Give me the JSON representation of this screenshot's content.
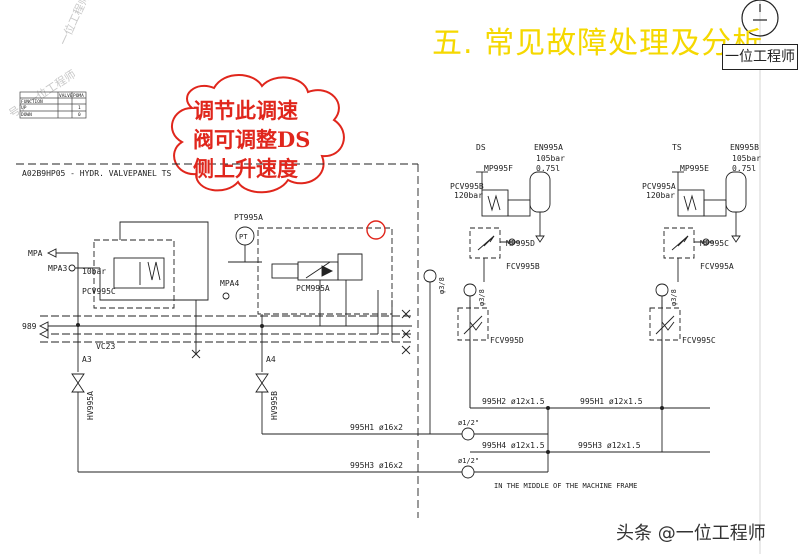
{
  "slide": {
    "title": "五. 常见故障处理及分析",
    "logo_text": "一位工程师",
    "watermark": "一位工程师",
    "watermark_left": "号：一位工程师",
    "callout": [
      "调节此调速",
      "阀可调整DS",
      "侧上升速度"
    ],
    "footer": "头条 @一位工程师"
  },
  "function_table": {
    "headers": [
      "VALVE",
      "POMA"
    ],
    "rows": [
      [
        "FUNCTION",
        "",
        ""
      ],
      [
        "UP",
        "",
        "1"
      ],
      [
        "DOWN",
        "",
        "0"
      ]
    ]
  },
  "labels": {
    "panel": "A02B9HP05 - HYDR. VALVEPANEL  TS",
    "mpa": "MPA",
    "mpa3": "MPA3",
    "mpa4": "MPA4",
    "bar10": "10bar",
    "pcv995c": "PCV995C",
    "pt995a": "PT995A",
    "pt": "PT",
    "pcm995a": "PCM995A",
    "line989": "989",
    "vc23": "VC23",
    "a3": "A3",
    "a4": "A4",
    "hv995a": "HV995A",
    "hv995b": "HV995B",
    "ds": "DS",
    "ts": "TS",
    "en995a": "EN995A",
    "en995b": "EN995B",
    "bar105_l": "105bar",
    "bar105_r": "105bar",
    "vol_l": "0.75l",
    "vol_r": "0.75l",
    "mp995f": "MP995F",
    "mp995e": "MP995E",
    "pcv995b": "PCV995B",
    "pcv995a": "PCV995A",
    "bar120_l": "120bar",
    "bar120_r": "120bar",
    "mp995d": "MP995D",
    "mp995c": "MP995C",
    "fcv995b": "FCV995B",
    "fcv995a": "FCV995A",
    "fcv995d": "FCV995D",
    "fcv995c": "FCV995C",
    "orif_l": "φ3/8",
    "orif_m": "φ3/8",
    "orif_r": "φ3/8",
    "pipe_995h2": "995H2  ø12x1.5",
    "pipe_995h1_r": "995H1  ø12x1.5",
    "pipe_995h4": "995H4  ø12x1.5",
    "pipe_995h3_r": "995H3  ø12x1.5",
    "pipe_995h1": "995H1  ø16x2",
    "pipe_995h3": "995H3  ø16x2",
    "half_a": "ø1/2\"",
    "half_b": "ø1/2\"",
    "frame_note": "IN THE MIDDLE OF THE MACHINE FRAME"
  },
  "colors": {
    "title": "#f5d800",
    "callout": "#e0261c",
    "callout_border": "#e0261c",
    "line": "#222222",
    "callout_fill": "#ffffff"
  }
}
